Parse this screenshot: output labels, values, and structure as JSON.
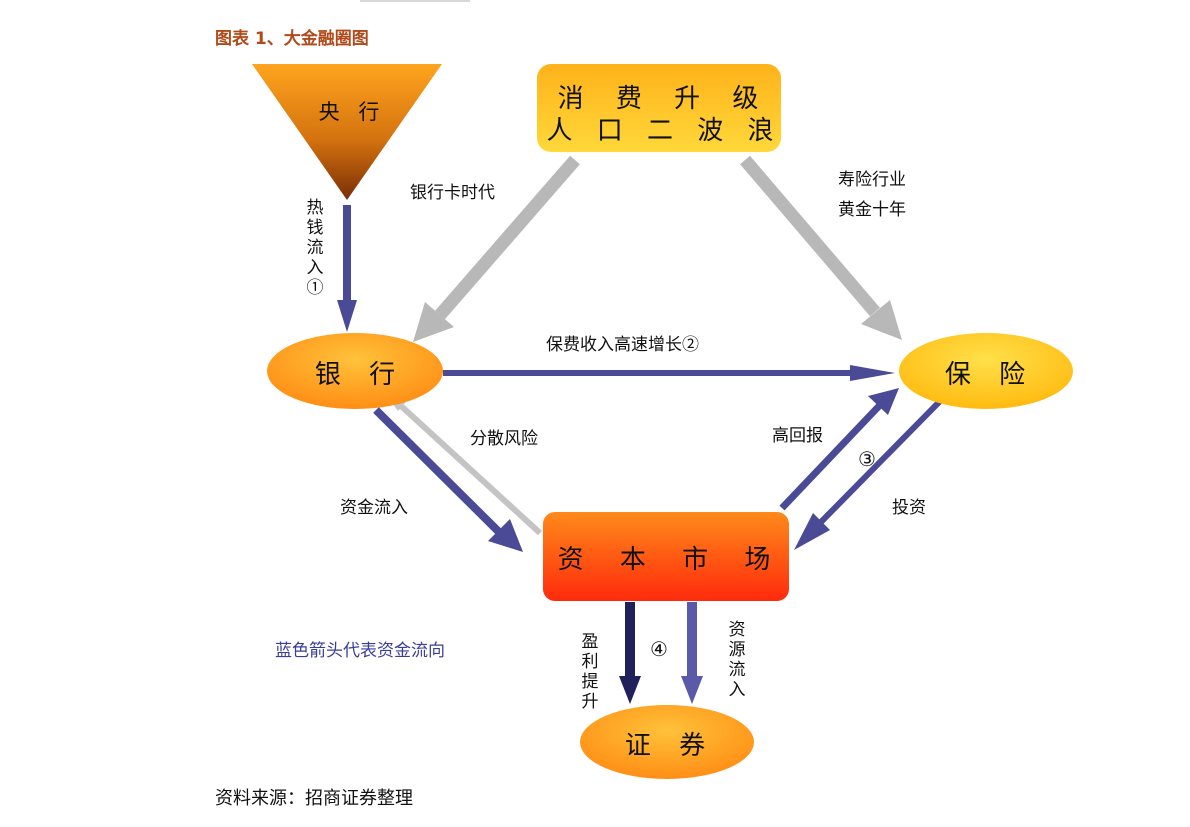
{
  "figure": {
    "title": "图表 1、大金融圈图",
    "source": "资料来源：招商证券整理",
    "legend": "蓝色箭头代表资金流向"
  },
  "nodes": {
    "central_bank": "央 行",
    "consumption": {
      "line1": "消 费 升 级",
      "line2": "人 口 二 波 浪"
    },
    "bank": "银 行",
    "insurance": "保 险",
    "capital_market": "资 本 市 场",
    "securities": "证 券"
  },
  "labels": {
    "hot_money": "热钱流入①",
    "bank_card_era": "银行卡时代",
    "life_insurance": {
      "line1": "寿险行业",
      "line2": "黄金十年"
    },
    "premium_growth": "保费收入高速增长②",
    "risk_diversify": "分散风险",
    "high_return": "高回报",
    "circle_3": "③",
    "investment": "投资",
    "capital_inflow": "资金流入",
    "profit_rise": "盈利提升",
    "circle_4": "④",
    "resource_inflow": "资源流入"
  },
  "colors": {
    "money_flow_arrow": "#4a4a96",
    "relation_arrow": "#b8b8b8",
    "node_orange": "#ff9a1a",
    "node_yellow": "#ffd21a",
    "node_red": "#ff3a10",
    "triangle_dark": "#8a3a08"
  }
}
